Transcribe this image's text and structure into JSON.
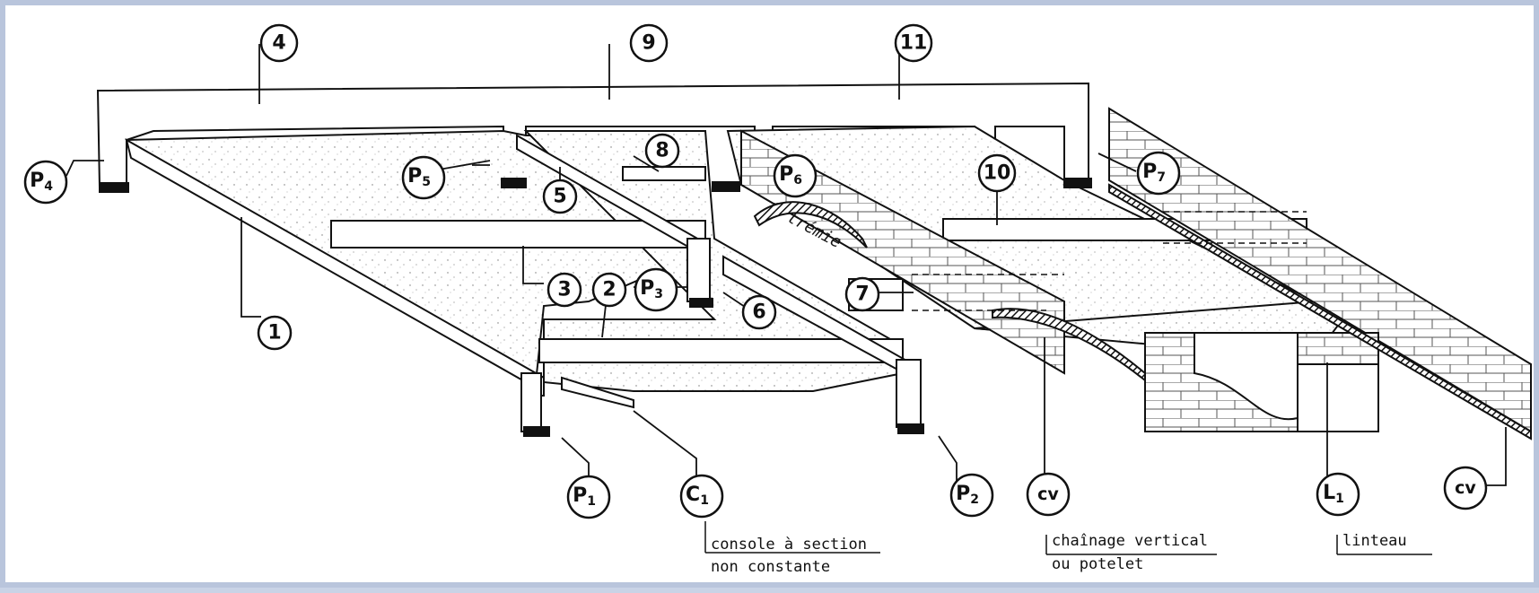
{
  "labels": {
    "n1": "1",
    "n2": "2",
    "n3": "3",
    "n4": "4",
    "n5": "5",
    "n6": "6",
    "n7": "7",
    "n8": "8",
    "n9": "9",
    "n10": "10",
    "n11": "11",
    "p1": "P",
    "p1_sub": "1",
    "p2": "P",
    "p2_sub": "2",
    "p3": "P",
    "p3_sub": "3",
    "p4": "P",
    "p4_sub": "4",
    "p5": "P",
    "p5_sub": "5",
    "p6": "P",
    "p6_sub": "6",
    "p7": "P",
    "p7_sub": "7",
    "c1": "C",
    "c1_sub": "1",
    "l1": "L",
    "l1_sub": "1",
    "cv_left": "cv",
    "cv_right": "cv",
    "tremie": "trémie"
  },
  "annotations": {
    "console_line1": "console à section",
    "console_line2": "non constante",
    "chainage_line1": "chaînage vertical",
    "chainage_line2": "ou potelet",
    "linteau": "linteau"
  }
}
